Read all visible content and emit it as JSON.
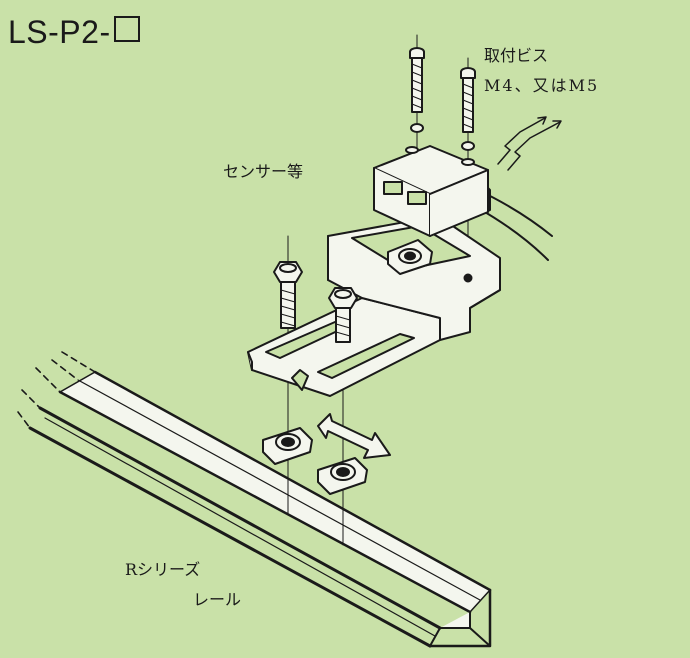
{
  "title": {
    "text": "LS-P2-"
  },
  "labels": {
    "screw_line1": "取付ビス",
    "screw_line2": "M4、又はM5",
    "sensor": "センサー等",
    "rail_line1": "Rシリーズ",
    "rail_line2": "レール"
  },
  "colors": {
    "background": "#c9e1a8",
    "line": "#1a1a1a",
    "part_fill": "#f4f6ee"
  }
}
